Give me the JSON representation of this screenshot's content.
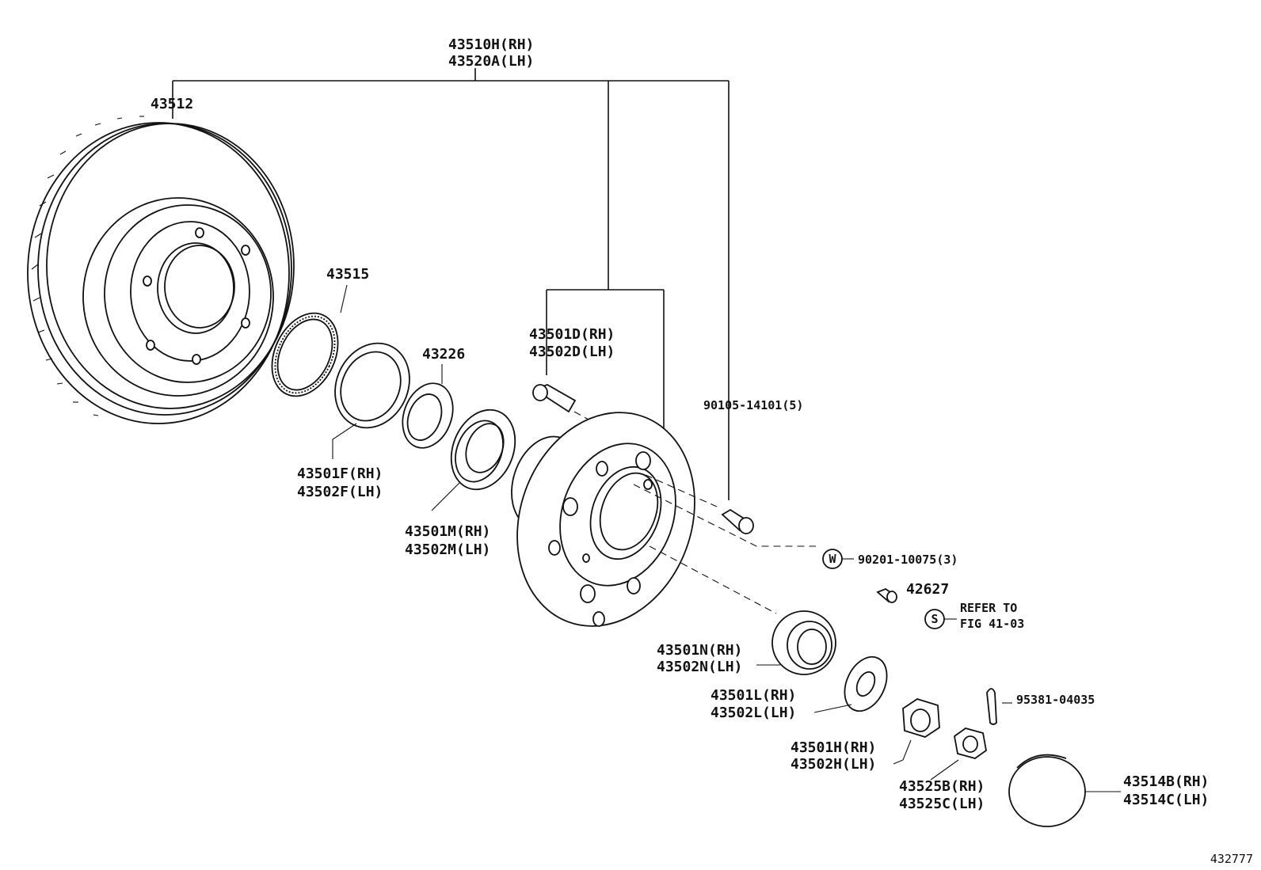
{
  "labels": {
    "rotor_rh": "43510H(RH)",
    "rotor_lh": "43520A(LH)",
    "disc": "43512",
    "sensor_rotor": "43515",
    "oil_seal_rh": "43501F(RH)",
    "oil_seal_lh": "43502F(LH)",
    "spacer": "43226",
    "inner_bearing_rh": "43501M(RH)",
    "inner_bearing_lh": "43502M(LH)",
    "hub_bolt_rh": "43501D(RH)",
    "hub_bolt_lh": "43502D(LH)",
    "bolt": "90105-14101(5)",
    "washer": "90201-10075(3)",
    "grease_fitting": "42627",
    "refer_line1": "REFER TO",
    "refer_line2": "FIG 41-03",
    "outer_bearing_rh": "43501N(RH)",
    "outer_bearing_lh": "43502N(LH)",
    "claw_washer_rh": "43501L(RH)",
    "claw_washer_lh": "43502L(LH)",
    "hub_nut_rh": "43501H(RH)",
    "hub_nut_lh": "43502H(LH)",
    "cotter_pin": "95381-04035",
    "nut_lock_rh": "43525B(RH)",
    "nut_lock_lh": "43525C(LH)",
    "grease_cap_rh": "43514B(RH)",
    "grease_cap_lh": "43514C(LH)",
    "figure_number": "432777"
  },
  "symbols": {
    "washer_mark": "W",
    "standard_mark": "S"
  }
}
